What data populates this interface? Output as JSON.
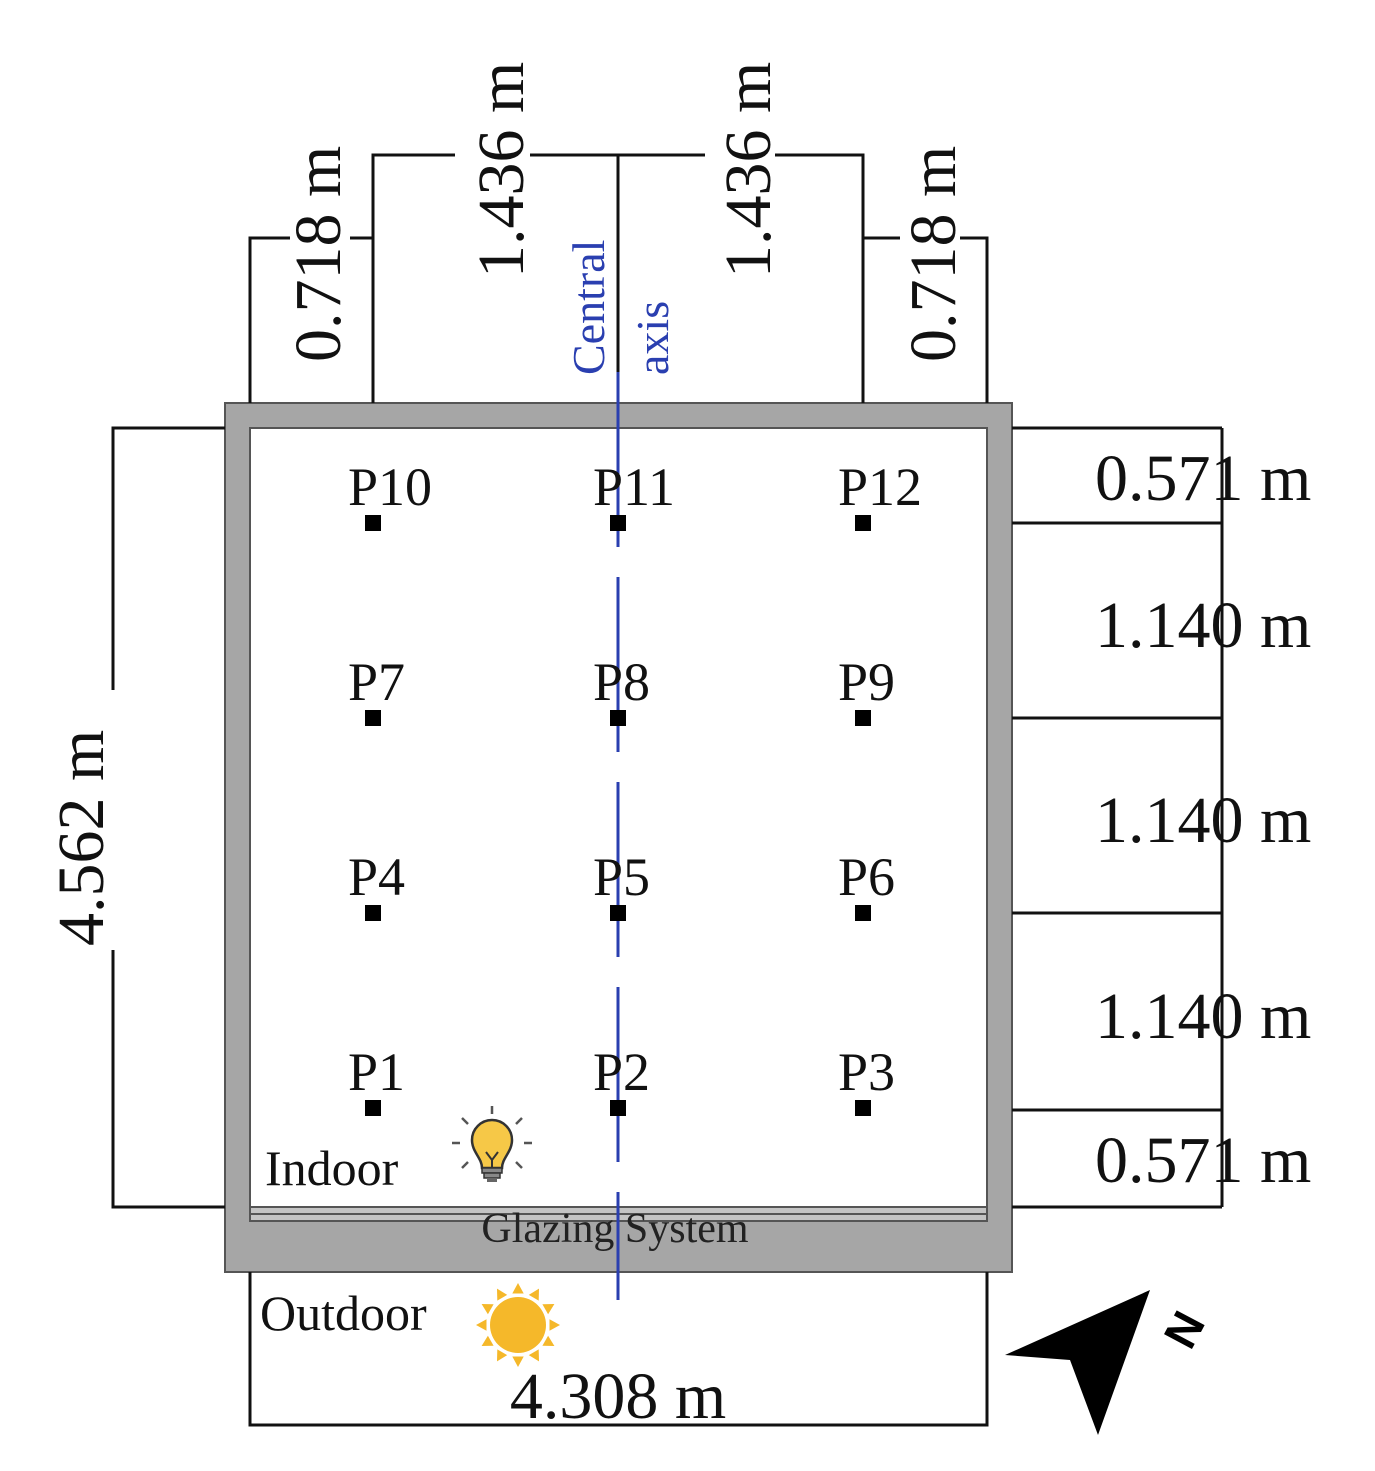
{
  "dimensions": {
    "top": [
      "0.718 m",
      "1.436 m",
      "1.436 m",
      "0.718 m"
    ],
    "right": [
      "0.571 m",
      "1.140 m",
      "1.140 m",
      "1.140 m",
      "0.571 m"
    ],
    "left": "4.562 m",
    "bottom": "4.308 m"
  },
  "central_axis": {
    "line1": "Central",
    "line2": "axis",
    "color": "#2a3fb0"
  },
  "points": [
    {
      "label": "P1"
    },
    {
      "label": "P2"
    },
    {
      "label": "P3"
    },
    {
      "label": "P4"
    },
    {
      "label": "P5"
    },
    {
      "label": "P6"
    },
    {
      "label": "P7"
    },
    {
      "label": "P8"
    },
    {
      "label": "P9"
    },
    {
      "label": "P10"
    },
    {
      "label": "P11"
    },
    {
      "label": "P12"
    }
  ],
  "labels": {
    "indoor": "Indoor",
    "outdoor": "Outdoor",
    "glazing": "Glazing System",
    "north": "N"
  },
  "icons": {
    "indoor": "lightbulb-icon",
    "outdoor": "sun-icon",
    "north": "north-arrow-icon"
  },
  "colors": {
    "wall": "#a6a6a6",
    "wall_edge": "#555555",
    "bulb": "#f6c847",
    "sun": "#f5b82a"
  }
}
